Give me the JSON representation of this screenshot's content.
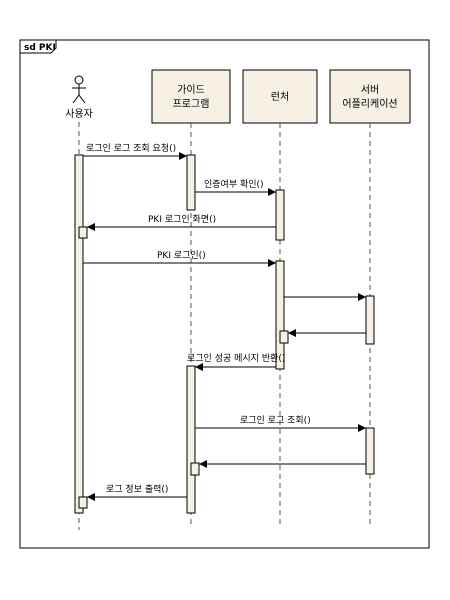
{
  "frame": {
    "label": "sd PKI"
  },
  "actor": {
    "name": "사용자"
  },
  "participants": [
    {
      "id": "guide",
      "lines": [
        "가이드",
        "프로그램"
      ]
    },
    {
      "id": "launcher",
      "lines": [
        "런처"
      ]
    },
    {
      "id": "server",
      "lines": [
        "서버",
        "어플리케이션"
      ]
    }
  ],
  "messages": [
    {
      "label": "로그인 로그 조회 요청()",
      "kind": "call"
    },
    {
      "label": "인증여부 확인()",
      "kind": "call"
    },
    {
      "label": "PKI 로그인 화면()",
      "kind": "return"
    },
    {
      "label": "PKI 로그인()",
      "kind": "call"
    },
    {
      "label": "",
      "kind": "call"
    },
    {
      "label": "",
      "kind": "return"
    },
    {
      "label": "로그인 성공 메시지 반환()",
      "kind": "return"
    },
    {
      "label": "로그인 로그 조회()",
      "kind": "call"
    },
    {
      "label": "",
      "kind": "return"
    },
    {
      "label": "로그 정보 출력()",
      "kind": "return"
    }
  ],
  "colors": {
    "participant_fill": "#f6f1e4",
    "activation_fill": "#f6f1e4",
    "stroke": "#000000",
    "lifeline": "#555555"
  }
}
